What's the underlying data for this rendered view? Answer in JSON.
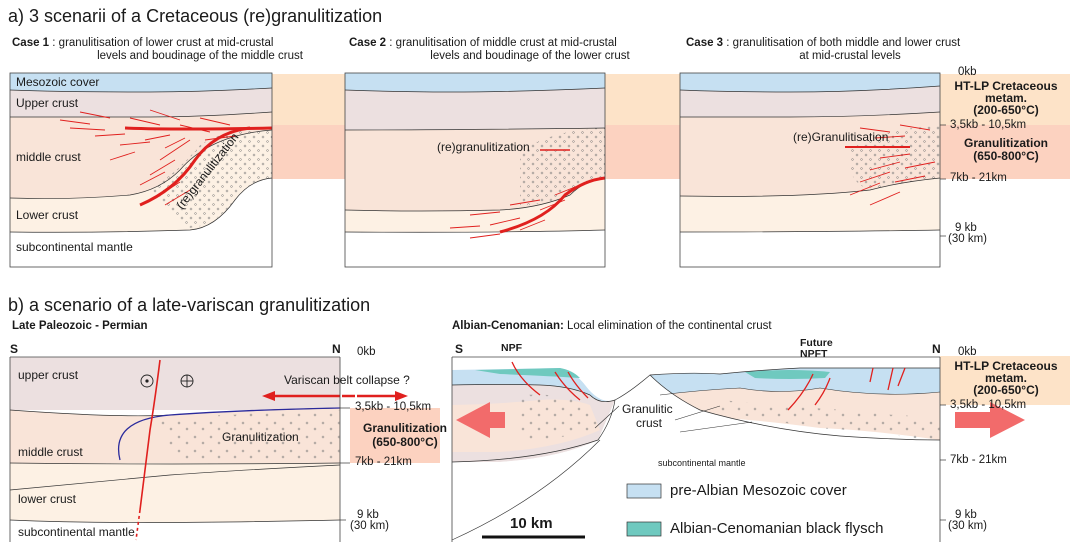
{
  "part_a": {
    "title": "a) 3 scenarii of a Cretaceous (re)granulitization",
    "cases": [
      {
        "bold": "Case 1",
        "text_line1": " : granulitisation of lower crust at mid-crustal",
        "text_line2": "levels and boudinage of the middle crust"
      },
      {
        "bold": "Case 2",
        "text_line1": " : granulitisation of middle crust at mid-crustal",
        "text_line2": "levels and boudinage of the lower crust"
      },
      {
        "bold": "Case 3",
        "text_line1": " : granulitisation of both middle and lower crust",
        "text_line2": "at mid-crustal levels"
      }
    ],
    "layers": {
      "mesozoic": "Mesozoic cover",
      "upper": "Upper crust",
      "middle": "middle crust",
      "lower": "Lower crust",
      "mantle": "subcontinental mantle"
    },
    "case1_label": "(re)granulitization",
    "case2_label": "(re)granulitization",
    "case3_label": "(re)Granulitisation",
    "scale": {
      "top": "0kb",
      "htlp": "HT-LP Cretaceous metam.",
      "htlp_temp": "(200-650°C)",
      "mid": "3,5kb - 10,5km",
      "granul": "Granulitization",
      "granul_temp": "(650-800°C)",
      "low": "7kb - 21km",
      "deep": "9 kb",
      "deep_km": "(30 km)"
    }
  },
  "part_b": {
    "title": "b) a scenario of a late-variscan granulitization",
    "left_title": "Late Paleozoic - Permian",
    "right_title_bold": "Albian-Cenomanian:",
    "right_title_rest": " Local elimination of the continental crust",
    "left": {
      "S": "S",
      "N": "N",
      "upper": "upper crust",
      "middle": "middle crust",
      "lower": "lower crust",
      "mantle": "subcontinental mantle",
      "granul": "Granulitization",
      "collapse": "Variscan belt collapse ?"
    },
    "right": {
      "S": "S",
      "N": "N",
      "npf": "NPF",
      "future": "Future",
      "npft": "NPFT",
      "granulitic1": "Granulitic",
      "granulitic2": "crust",
      "mantle": "subcontinental mantle"
    },
    "scale_left": {
      "top": "0kb",
      "mid": "3,5kb - 10,5km",
      "granul": "Granulitization",
      "granul_temp": "(650-800°C)",
      "low": "7kb - 21km",
      "deep": "9 kb",
      "deep_km": "(30 km)"
    },
    "scale_right": {
      "top": "0kb",
      "htlp": "HT-LP Cretaceous metam.",
      "htlp_temp": "(200-650°C)",
      "mid": "3,5kb - 10,5km",
      "low": "7kb - 21km",
      "deep": "9 kb",
      "deep_km": "(30 km)"
    },
    "scalebar": "10 km",
    "legend": [
      {
        "label": "pre-Albian Mesozoic cover",
        "color": "#c6e0f2"
      },
      {
        "label": "Albian-Cenomanian black flysch",
        "color": "#6fc9bf"
      }
    ]
  },
  "colors": {
    "mesozoic": "#c6e0f2",
    "flysch": "#6fc9bf",
    "upper_crust": "#ece0e0",
    "middle_crust": "#f9e4d8",
    "lower_crust": "#fdf1e4",
    "mantle": "#ffffff",
    "htlp_band": "#fde3c8",
    "granul_band": "#fcd2c0",
    "fault": "#e0201e",
    "arrow": "#f26b6b"
  }
}
